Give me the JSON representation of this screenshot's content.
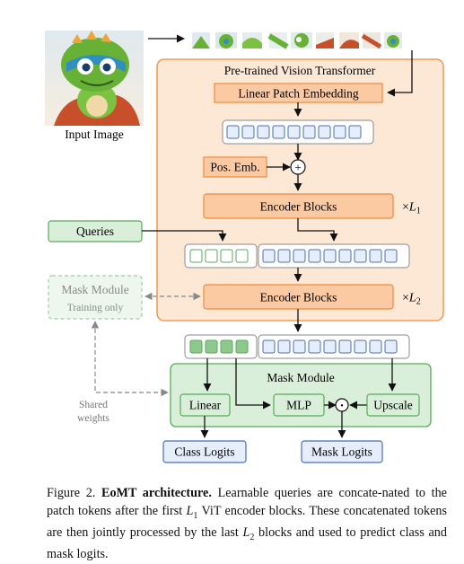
{
  "input_label": "Input Image",
  "vit": {
    "title": "Pre-trained Vision Transformer",
    "patch_embedding": "Linear Patch Embedding",
    "pos_emb": "Pos. Emb.",
    "plus_symbol": "+",
    "encoder_blocks_1": "Encoder Blocks",
    "encoder_blocks_2": "Encoder Blocks",
    "l1_times": "×",
    "l1_var": "L",
    "l1_sub": "1",
    "l2_times": "×",
    "l2_var": "L",
    "l2_sub": "2"
  },
  "queries": "Queries",
  "mask_module_train": {
    "title": "Mask Module",
    "subtitle": "Training only"
  },
  "shared_weights": {
    "line1": "Shared",
    "line2": "weights"
  },
  "mask_module": {
    "title": "Mask Module",
    "linear": "Linear",
    "mlp": "MLP",
    "upscale": "Upscale",
    "dot_symbol": "·"
  },
  "outputs": {
    "class_logits": "Class Logits",
    "mask_logits": "Mask Logits"
  },
  "caption": {
    "prefix": "Figure 2. ",
    "bold": "EoMT architecture.",
    "text1": " Learnable queries are concate-nated to the patch tokens after the first ",
    "l1_var": "L",
    "l1_sub": "1",
    "text2": " ViT encoder blocks. These concatenated tokens are then jointly processed by the last ",
    "l2_var": "L",
    "l2_sub": "2",
    "text3": " blocks and used to predict class and mask logits."
  },
  "colors": {
    "orange_fill": "#fde8d6",
    "orange_stroke": "#f08a3c",
    "orange_box": "#fbcaa3",
    "blue_token": "#e6eefb",
    "blue_stroke": "#4a6fb0",
    "green_fill": "#d9efd9",
    "green_stroke": "#5aa95a",
    "green_token": "#8dc98d",
    "grey_stroke": "#888888"
  }
}
